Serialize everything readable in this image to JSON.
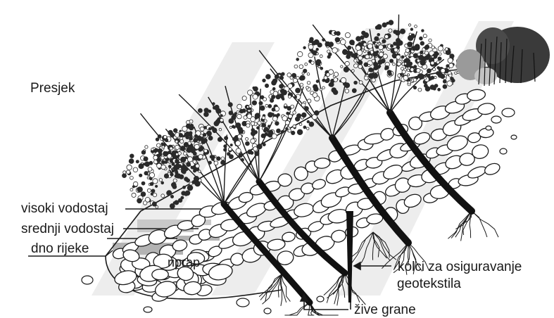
{
  "labels": {
    "section": "Presjek",
    "high_water": "visoki vodostaj",
    "mid_water": "srednji vodostaj",
    "river_bed": "dno rijeke",
    "riprap": "riprap",
    "stakes_line1": "kolci za osiguravanje",
    "stakes_line2": "geotekstila",
    "live_branches": "žive grane"
  },
  "colors": {
    "ink": "#1a1a1a",
    "water_gray": "#b3b3b3",
    "watermark": "#ececec",
    "shrub_dark": "#3a3a3a",
    "shrub_light": "#9a9a9a"
  }
}
